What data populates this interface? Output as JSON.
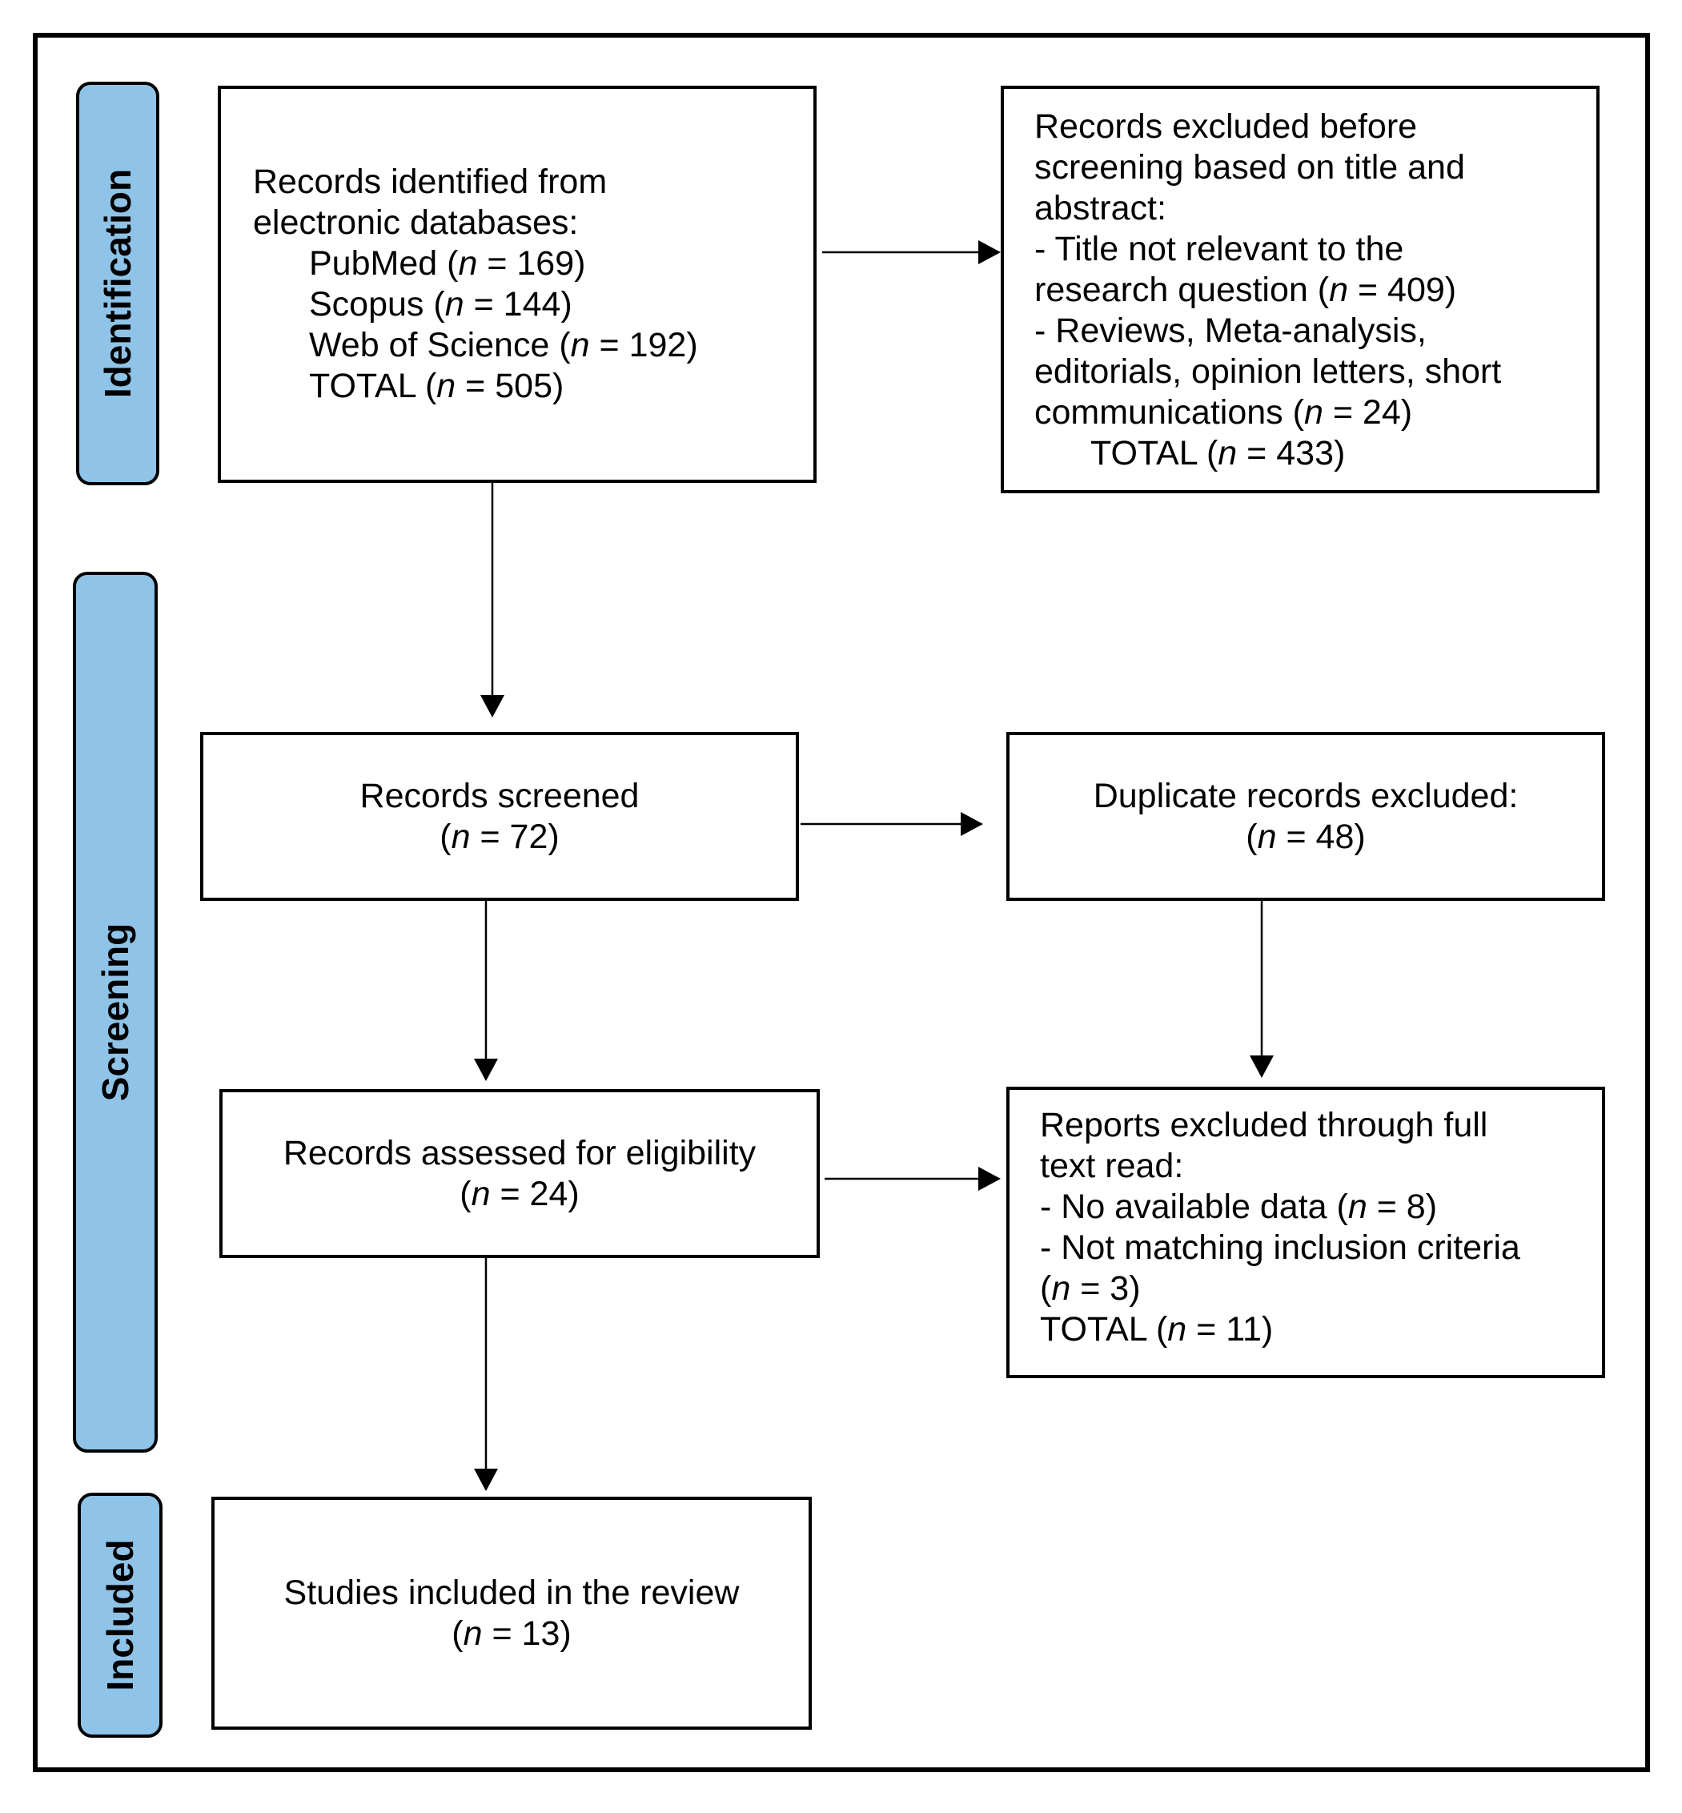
{
  "stages": {
    "identification": "Identification",
    "screening": "Screening",
    "included": "Included"
  },
  "identified": {
    "heading_1": "Records identified from",
    "heading_2": "electronic databases:",
    "sources": [
      {
        "name": "PubMed",
        "n": "169"
      },
      {
        "name": "Scopus",
        "n": "144"
      },
      {
        "name": "Web of Science",
        "n": "192"
      },
      {
        "name": "TOTAL",
        "n": "505"
      }
    ]
  },
  "excluded_before": {
    "lines": [
      "Records excluded before",
      "screening based on title and",
      "abstract:",
      "- Title not relevant to the",
      "research question",
      "- Reviews, Meta-analysis,",
      "editorials, opinion letters, short",
      "communications"
    ],
    "n_title": "409",
    "n_reviews": "24",
    "total_label": "TOTAL",
    "n_total": "433"
  },
  "screened": {
    "label": "Records screened",
    "n": "72"
  },
  "duplicates": {
    "label": "Duplicate records excluded:",
    "n": "48"
  },
  "eligibility": {
    "label": "Records assessed for eligibility",
    "n": "24"
  },
  "reports_excluded": {
    "lines": [
      "Reports excluded through full",
      "text read:",
      "- No available data",
      "- Not matching inclusion criteria"
    ],
    "n_no_data": "8",
    "n_not_matching": "3",
    "total_label": "TOTAL",
    "n_total": "11"
  },
  "included": {
    "label": "Studies included in the review",
    "n": "13"
  },
  "n_symbol": "n",
  "equals": " = "
}
